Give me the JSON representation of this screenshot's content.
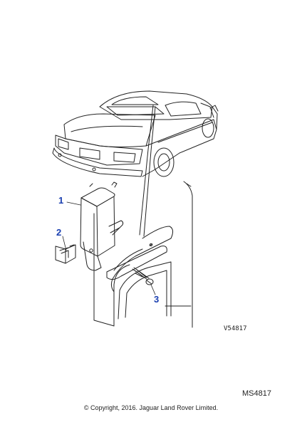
{
  "diagram": {
    "callouts": [
      {
        "label": "1",
        "part": "control-module"
      },
      {
        "label": "2",
        "part": "bracket-clip"
      },
      {
        "label": "3",
        "part": "screw"
      }
    ],
    "reference_code_small": "V54817",
    "reference_code": "MS4817",
    "copyright": "© Copyright, 2016. Jaguar Land Rover Limited.",
    "line_color": "#222222",
    "callout_color": "#1a3fb0"
  }
}
